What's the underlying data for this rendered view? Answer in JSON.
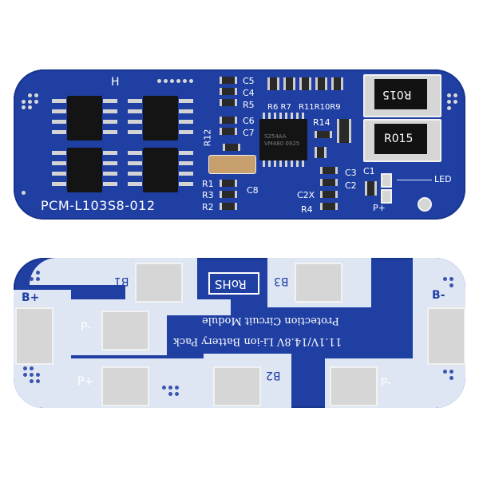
{
  "top_board": {
    "model": "PCM-L103S8-012",
    "h_label": "H",
    "led_label": "LED",
    "p_plus_label": "P+",
    "shunt_1": "R015",
    "shunt_2": "R015",
    "ic_marking": "S254AA VM480 0925",
    "designators": {
      "c5": "C5",
      "c4": "C4",
      "r5": "R5",
      "c6": "C6",
      "c7": "C7",
      "r6r7": "R6 R7",
      "r11r10r9": "R11R10R9",
      "r14": "R14",
      "r12": "R12",
      "r1": "R1",
      "r3": "R3",
      "r2": "R2",
      "c8": "C8",
      "c3": "C3",
      "c2": "C2",
      "c1": "C1",
      "c2x": "C2X",
      "r4": "R4"
    }
  },
  "bottom_board": {
    "b_minus": "B-",
    "b_plus": "B+",
    "b1": "B1",
    "b2": "B2",
    "b3": "B3",
    "p_minus_left": "P-",
    "p_plus": "P+",
    "p_minus_right": "P-",
    "rohs": "RoHS",
    "line1": "11.1V/14.8V Li-ion Battery Pack",
    "line2": "Protection Circuit Module"
  },
  "colors": {
    "pcb_blue": "#1f3fa3",
    "pad_silver": "#d6d6d6",
    "silk_white": "#ffffff",
    "background": "#ffffff"
  }
}
